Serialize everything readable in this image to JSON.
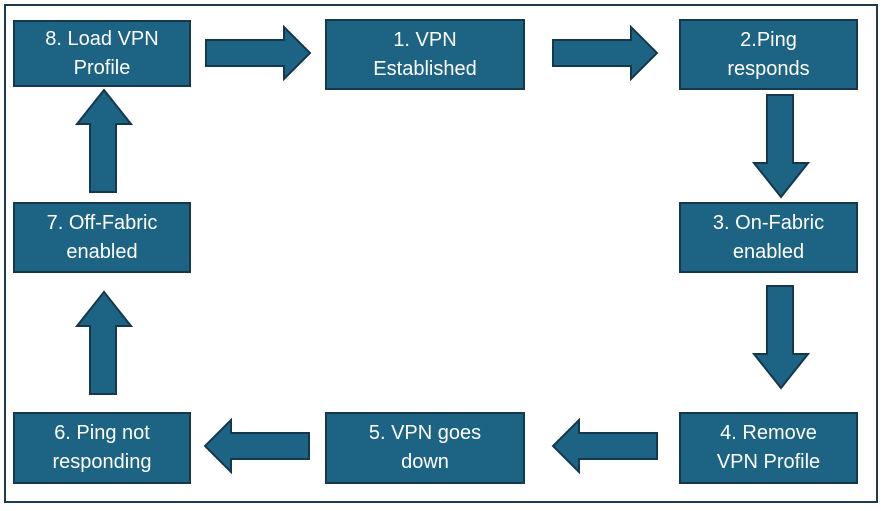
{
  "colors": {
    "box_fill": "#1d6384",
    "box_border": "#15384c",
    "arrow_fill": "#1d6384",
    "arrow_border": "#15384c",
    "frame_border": "#1f3a4a"
  },
  "steps": [
    {
      "label": "8. Load VPN\nProfile"
    },
    {
      "label": "1. VPN\nEstablished"
    },
    {
      "label": "2.Ping\nresponds"
    },
    {
      "label": "3. On-Fabric\nenabled"
    },
    {
      "label": "4. Remove\nVPN Profile"
    },
    {
      "label": "5. VPN goes\ndown"
    },
    {
      "label": "6. Ping not\nresponding"
    },
    {
      "label": "7. Off-Fabric\nenabled"
    }
  ],
  "arrows": [
    {
      "direction": "right"
    },
    {
      "direction": "right"
    },
    {
      "direction": "down"
    },
    {
      "direction": "down"
    },
    {
      "direction": "left"
    },
    {
      "direction": "left"
    },
    {
      "direction": "up"
    },
    {
      "direction": "up"
    }
  ]
}
